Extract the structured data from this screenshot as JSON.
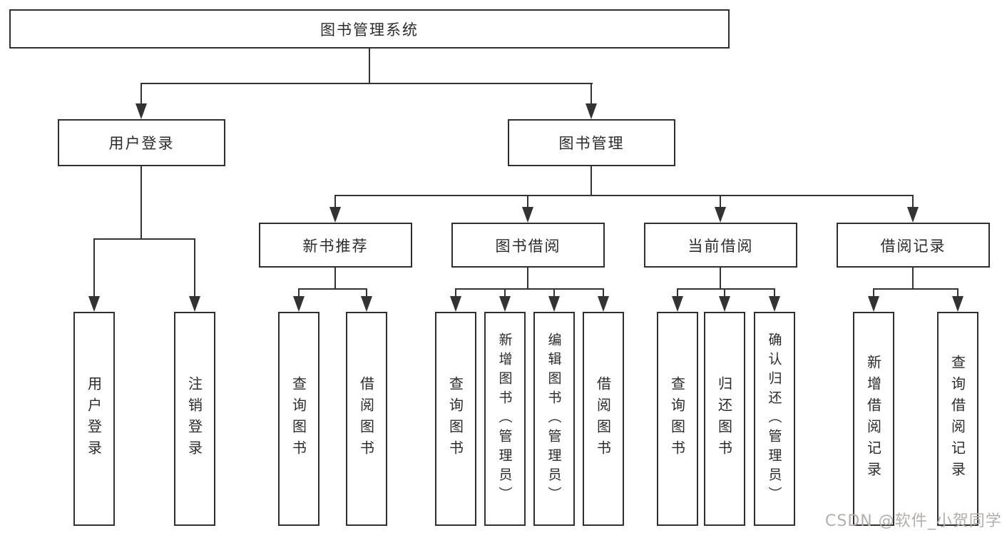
{
  "diagram": {
    "root": {
      "label": "图书管理系统"
    },
    "branches": [
      {
        "label": "用户登录",
        "leaves": [
          {
            "label": "用户登录"
          },
          {
            "label": "注销登录"
          }
        ]
      },
      {
        "label": "图书管理",
        "sections": [
          {
            "label": "新书推荐",
            "leaves": [
              {
                "label": "查询图书"
              },
              {
                "label": "借阅图书"
              }
            ]
          },
          {
            "label": "图书借阅",
            "leaves": [
              {
                "label": "查询图书"
              },
              {
                "label": "新增图书（管理员）"
              },
              {
                "label": "编辑图书（管理员）"
              },
              {
                "label": "借阅图书"
              }
            ]
          },
          {
            "label": "当前借阅",
            "leaves": [
              {
                "label": "查询图书"
              },
              {
                "label": "归还图书"
              },
              {
                "label": "确认归还（管理员）"
              }
            ]
          },
          {
            "label": "借阅记录",
            "leaves": [
              {
                "label": "新增借阅记录"
              },
              {
                "label": "查询借阅记录"
              }
            ]
          }
        ]
      }
    ]
  },
  "watermark": {
    "text": "CSDN @软件_小贺同学"
  },
  "colors": {
    "box_border": "#2f2f2f",
    "line": "#333333",
    "text": "#2b2b2b",
    "background": "#ffffff",
    "watermark": "#b3aeab"
  }
}
